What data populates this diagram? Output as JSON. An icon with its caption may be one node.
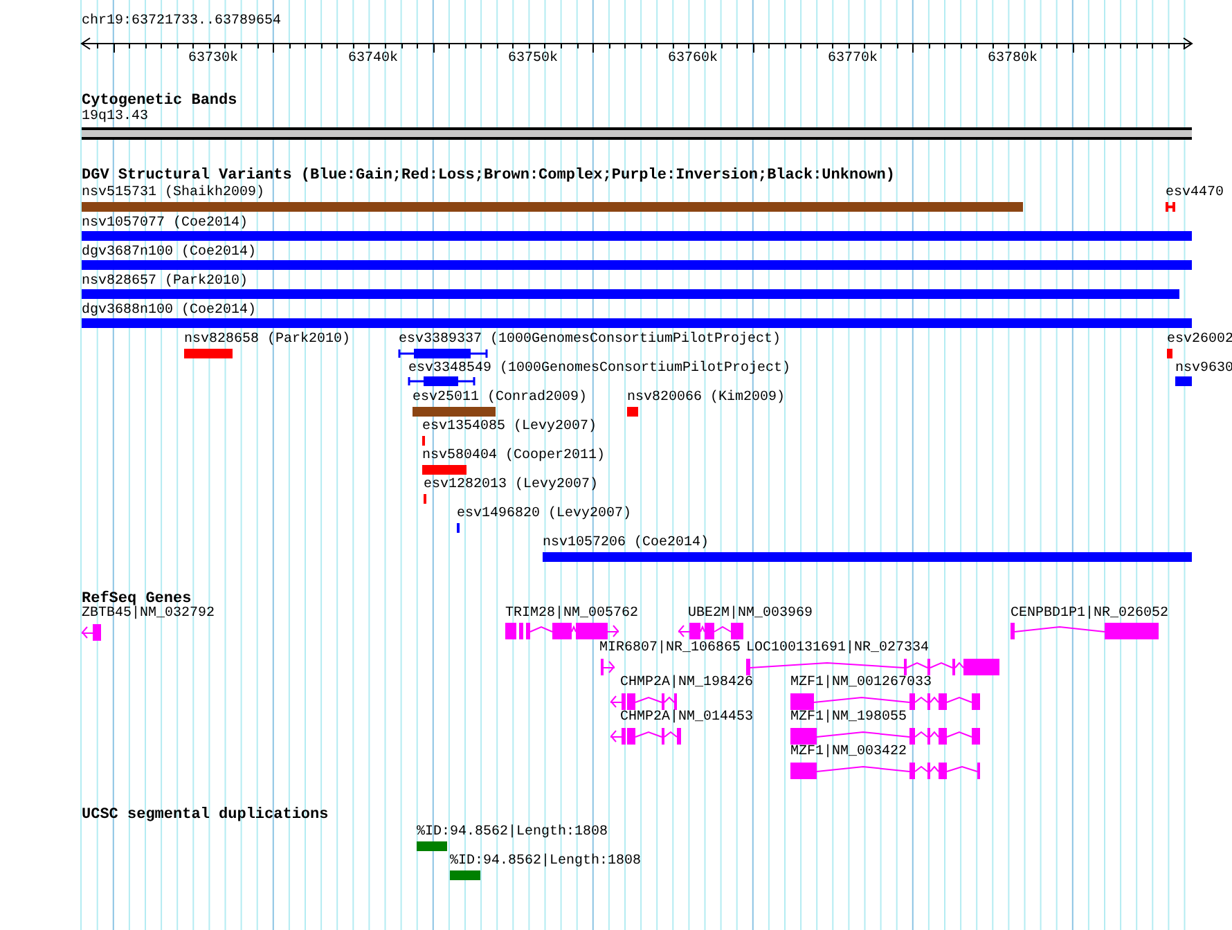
{
  "diagram": {
    "title": "chr19:63721733..63789654",
    "nodes": [
      {
        "text": [
          "19q13.43"
        ]
      },
      {
        "text": [
          "nsv515731 (Shaikh2009)"
        ]
      },
      {
        "text": [
          "esv4470"
        ]
      },
      {
        "text": [
          "nsv1057077 (Coe2014)"
        ]
      },
      {
        "text": [
          "dgv3687n100 (Coe2014)"
        ]
      },
      {
        "text": [
          "nsv828657 (Park2010)"
        ]
      },
      {
        "text": [
          "dgv3688n100 (Coe2014)"
        ]
      },
      {
        "text": [
          "nsv828658 (Park2010)"
        ]
      },
      {
        "text": [
          "esv3389337 (1000GenomesConsortiumPilotProject)"
        ]
      },
      {
        "text": [
          "esv26002"
        ]
      },
      {
        "text": [
          "esv3348549 (1000GenomesConsortiumPilotProject)"
        ]
      },
      {
        "text": [
          "nsv9630"
        ]
      },
      {
        "text": [
          "esv25011 (Conrad2009)"
        ]
      },
      {
        "text": [
          "nsv820066 (Kim2009)"
        ]
      },
      {
        "text": [
          "esv1354085 (Levy2007)"
        ]
      },
      {
        "text": [
          "nsv580404 (Cooper2011)"
        ]
      },
      {
        "text": [
          "esv1282013 (Levy2007)"
        ]
      },
      {
        "text": [
          "esv1496820 (Levy2007)"
        ]
      },
      {
        "text": [
          "nsv1057206 (Coe2014)"
        ]
      },
      {
        "text": [
          "ZBTB45|NM_032792"
        ]
      },
      {
        "text": [
          "TRIM28|NM_005762"
        ]
      },
      {
        "text": [
          "UBE2M|NM_003969"
        ]
      },
      {
        "text": [
          "CENPBD1P1|NR_026052"
        ]
      },
      {
        "text": [
          "MIR6807|NR_106865"
        ]
      },
      {
        "text": [
          "LOC100131691|NR_027334"
        ]
      },
      {
        "text": [
          "CHMP2A|NM_198426"
        ]
      },
      {
        "text": [
          "MZF1|NM_001267033"
        ]
      },
      {
        "text": [
          "CHMP2A|NM_014453"
        ]
      },
      {
        "text": [
          "MZF1|NM_198055"
        ]
      },
      {
        "text": [
          "MZF1|NM_003422"
        ]
      },
      {
        "text": [
          "%ID:94.8562|Length:1808"
        ]
      },
      {
        "text": [
          "%ID:94.8562|Length:1808"
        ]
      }
    ],
    "labels": [
      "63730k",
      "63740k",
      "63750k",
      "63760k",
      "63770k",
      "63780k",
      "Cytogenetic Bands",
      "DGV Structural Variants (Blue:Gain;Red:Loss;Brown:Complex;Purple:Inversion;Black:Unknown)",
      "RefSeq Genes",
      "UCSC segmental duplications"
    ]
  }
}
